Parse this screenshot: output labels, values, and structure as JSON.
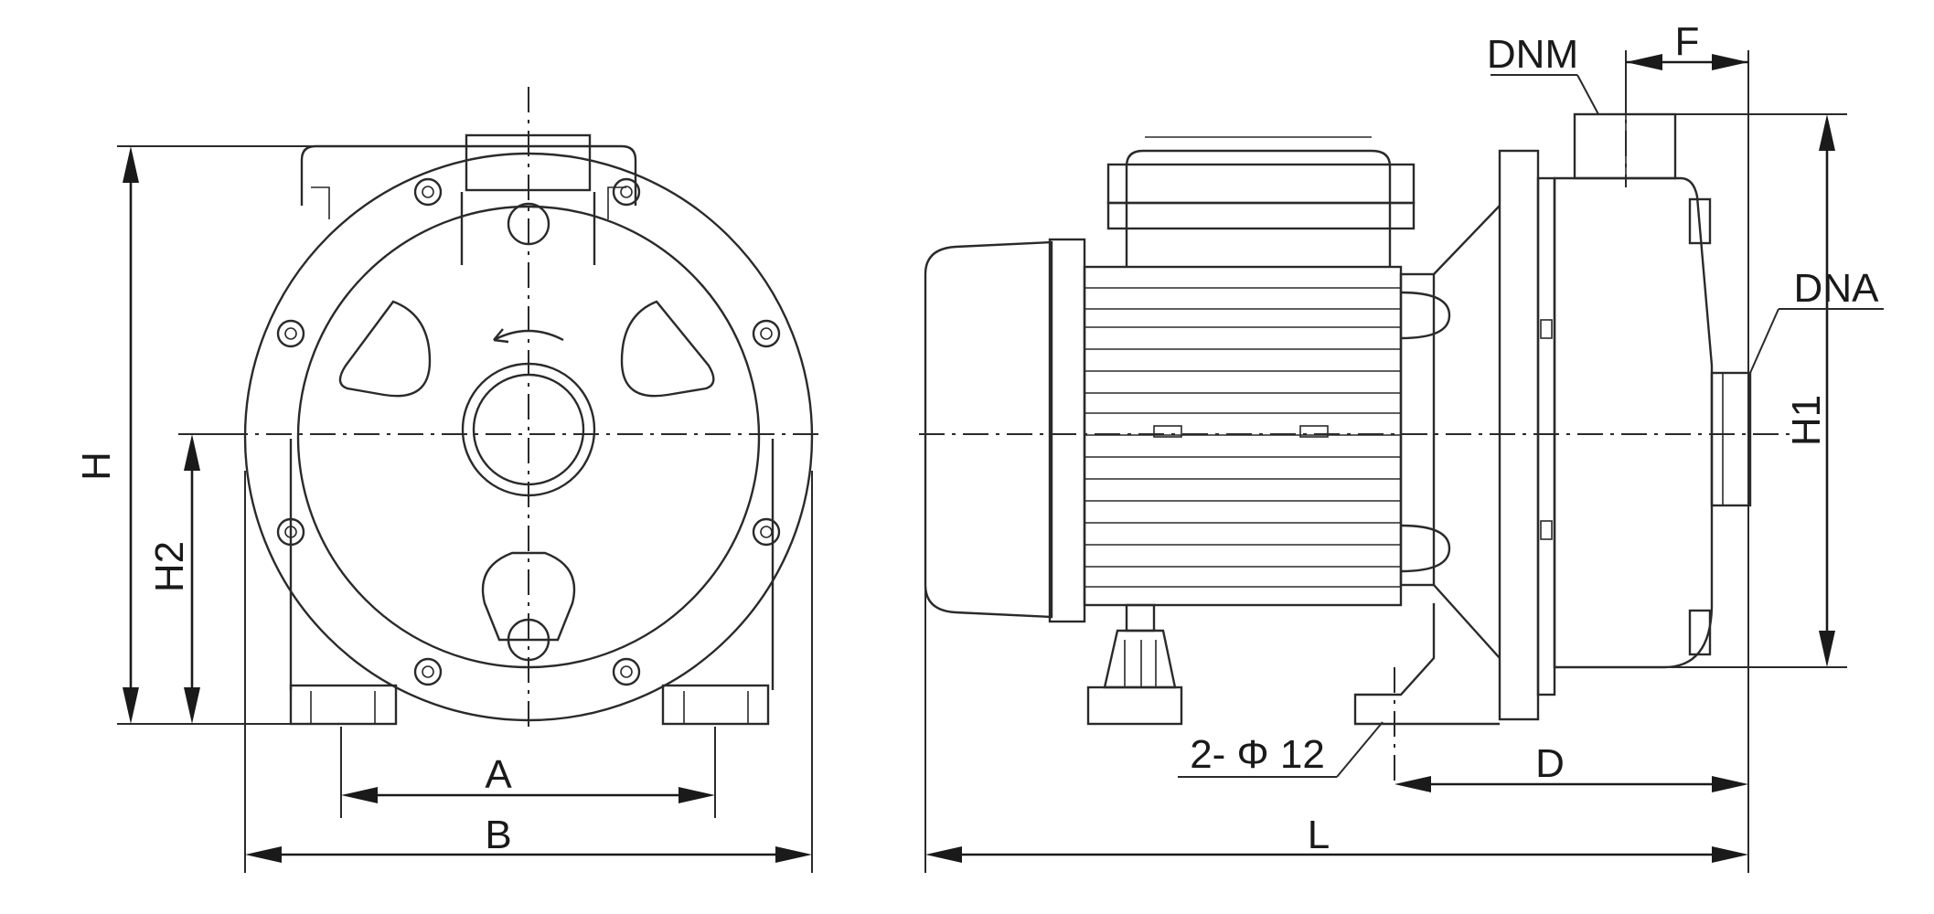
{
  "labels": {
    "H": "H",
    "H2": "H2",
    "A": "A",
    "B": "B",
    "DNM": "DNM",
    "F": "F",
    "DNA": "DNA",
    "H1": "H1",
    "holes": "2- Φ 12",
    "D": "D",
    "L": "L"
  }
}
